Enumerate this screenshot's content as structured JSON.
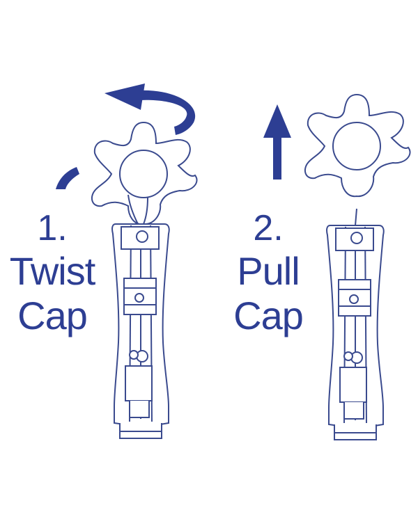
{
  "colors": {
    "ink": "#2d3e93",
    "line": "#3a4a8e",
    "background": "#ffffff"
  },
  "steps": [
    {
      "number": "1.",
      "word1": "Twist",
      "word2": "Cap",
      "arrow": "curved-twist-arrow-icon"
    },
    {
      "number": "2.",
      "word1": "Pull",
      "word2": "Cap",
      "arrow": "up-arrow-icon"
    }
  ]
}
